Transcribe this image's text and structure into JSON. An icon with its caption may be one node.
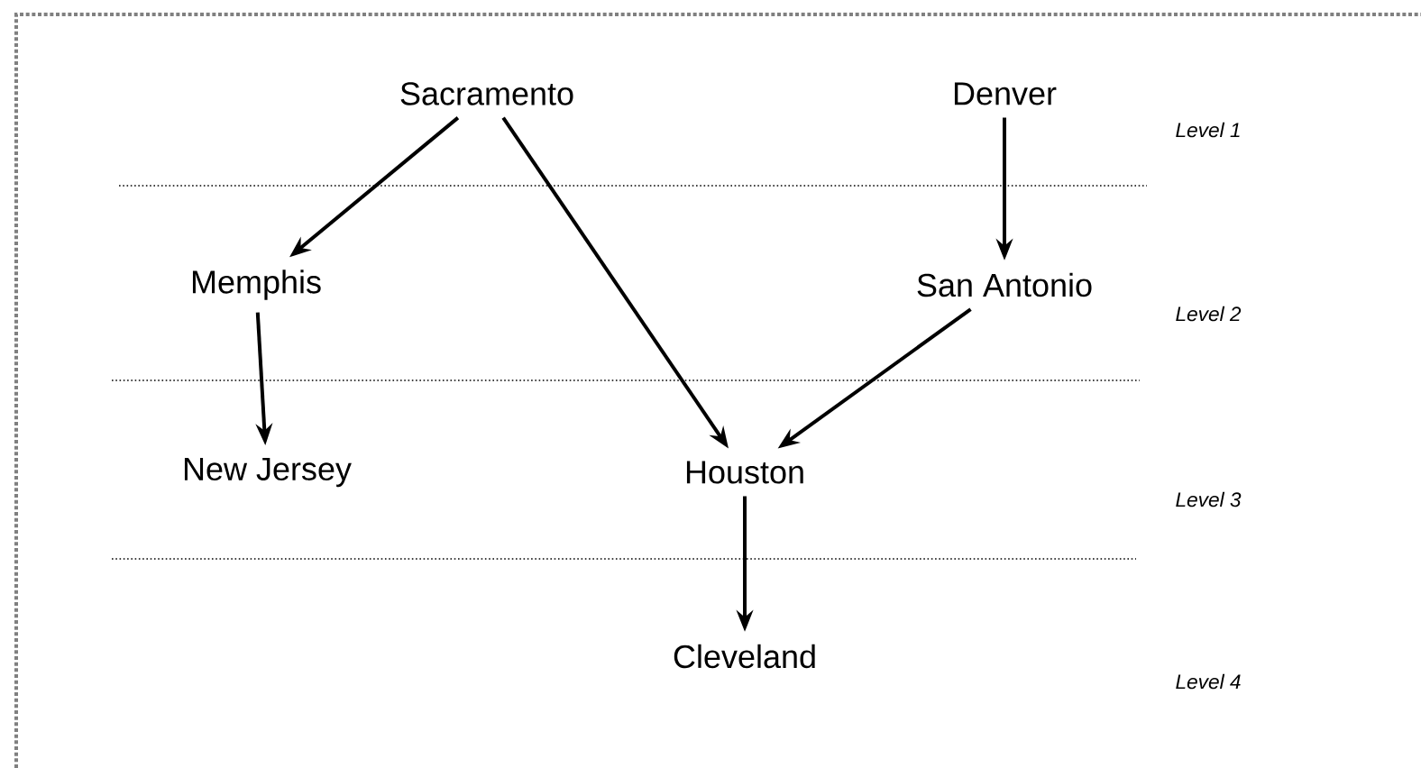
{
  "diagram": {
    "nodes": [
      {
        "text": [
          "Sacramento"
        ]
      },
      {
        "text": [
          "Denver"
        ]
      },
      {
        "text": [
          "Memphis"
        ]
      },
      {
        "text": [
          "San Antonio"
        ]
      },
      {
        "text": [
          "New Jersey"
        ]
      },
      {
        "text": [
          "Houston"
        ]
      },
      {
        "text": [
          "Cleveland"
        ]
      }
    ],
    "edges": [
      {
        "from": 0,
        "to": 2,
        "arrow": "to"
      },
      {
        "from": 0,
        "to": 5,
        "arrow": "to"
      },
      {
        "from": 1,
        "to": 3,
        "arrow": "to"
      },
      {
        "from": 2,
        "to": 4,
        "arrow": "to"
      },
      {
        "from": 3,
        "to": 5,
        "arrow": "to"
      },
      {
        "from": 5,
        "to": 6,
        "arrow": "to"
      }
    ],
    "labels": [
      "Level 1",
      "Level 2",
      "Level 3",
      "Level 4"
    ]
  }
}
